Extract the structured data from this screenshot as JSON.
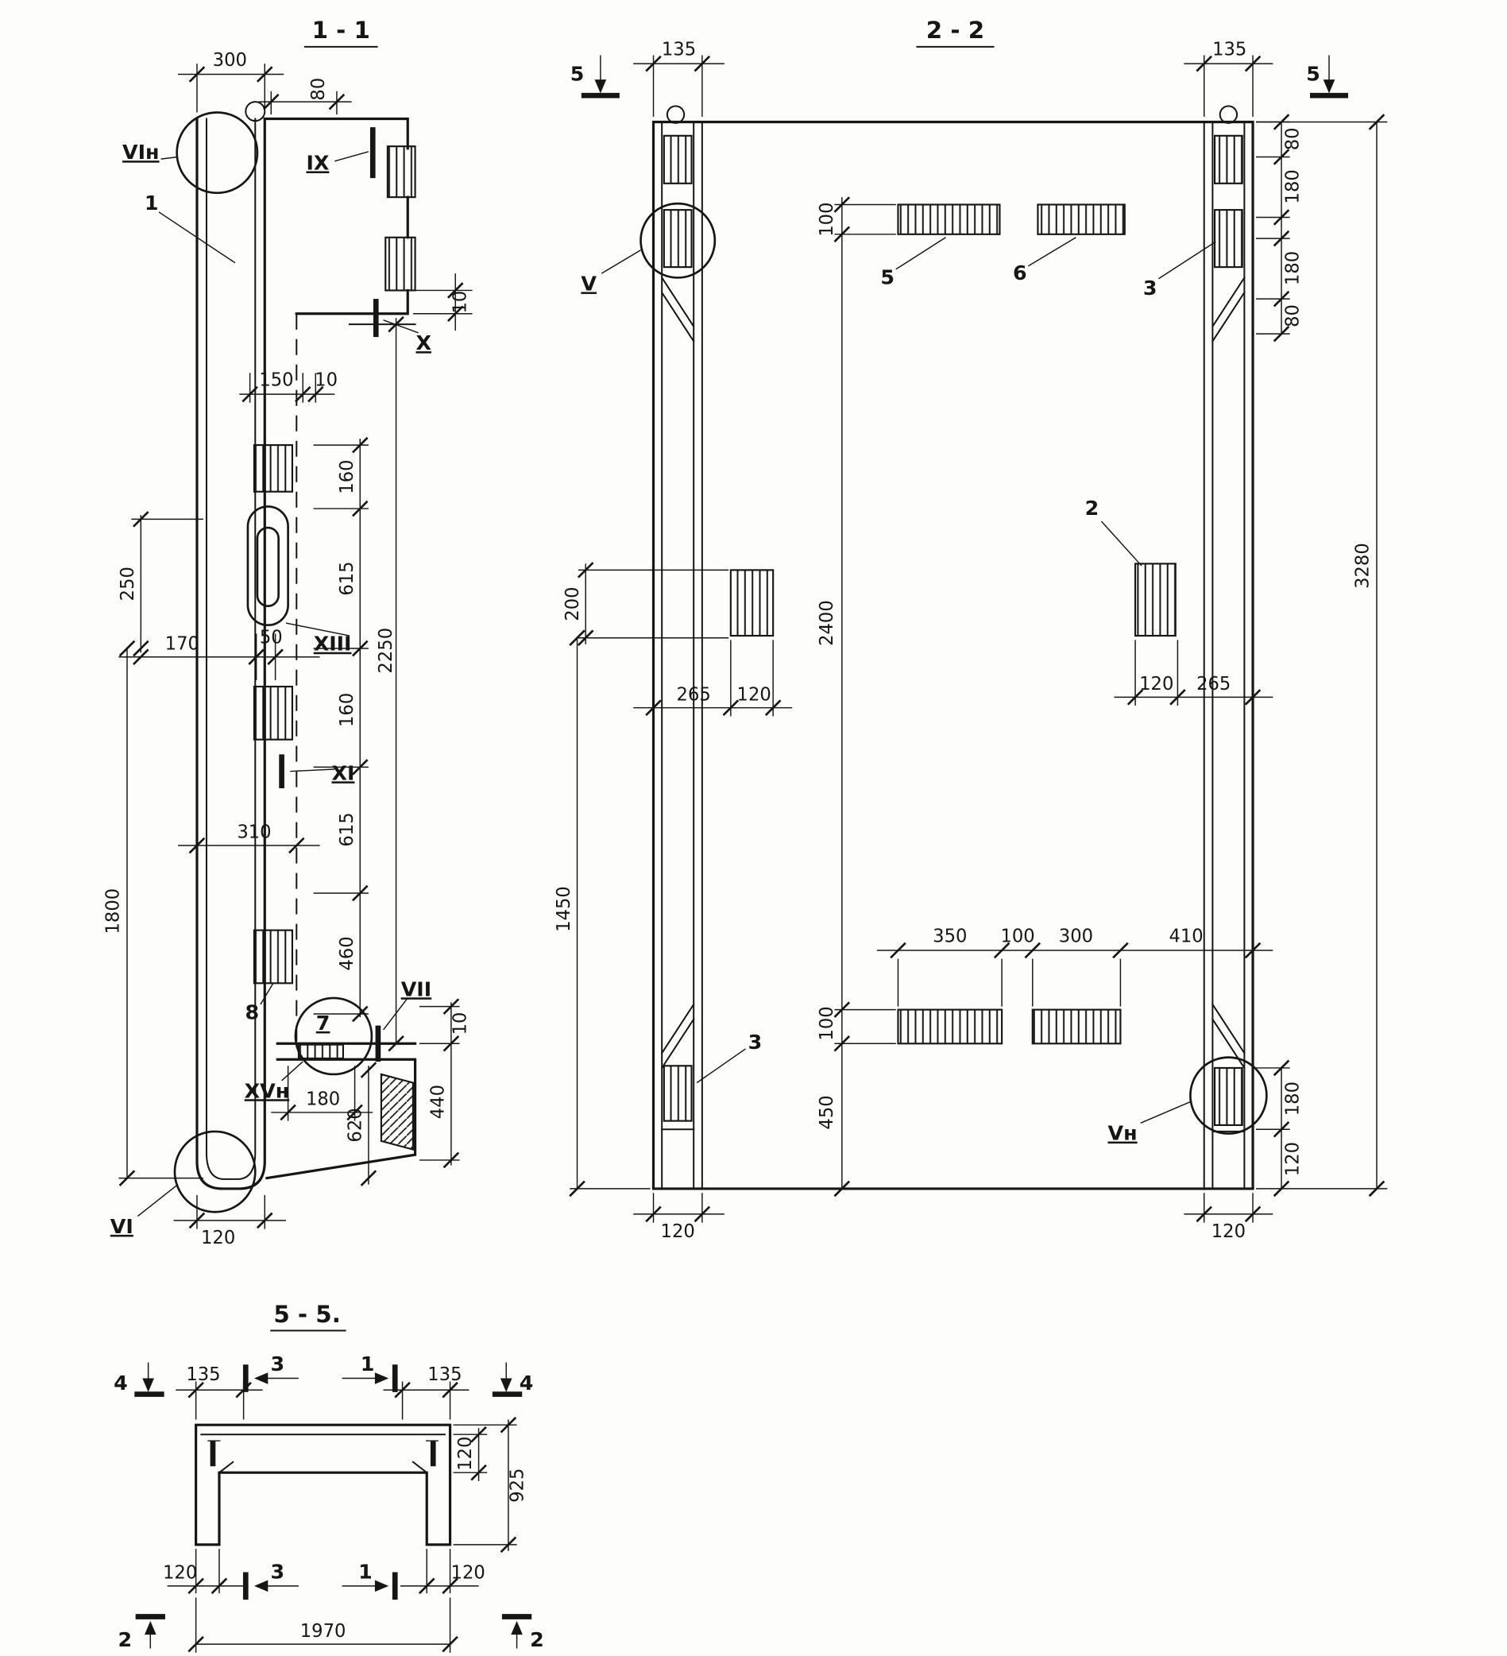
{
  "s1": {
    "title": "1 - 1",
    "marks": {
      "vin": "VIн",
      "item1": "1",
      "ix": "IX",
      "x": "X",
      "xiii": "XIII",
      "xi": "XI",
      "item8": "8",
      "item7": "7",
      "vii": "VII",
      "xvn": "XVн",
      "vi": "VI"
    },
    "dims": {
      "w300": "300",
      "w80": "80",
      "t10_top": "10",
      "w150": "150",
      "w10": "10",
      "h160a": "160",
      "h615a": "615",
      "h160b": "160",
      "h615b": "615",
      "h460": "460",
      "h2250": "2250",
      "h250": "250",
      "h1800": "1800",
      "w170": "170",
      "w50": "50",
      "w310": "310",
      "w180": "180",
      "h620": "620",
      "h440": "440",
      "t10_bot": "10",
      "w120": "120"
    }
  },
  "s2": {
    "title": "2 - 2",
    "marks": {
      "v": "V",
      "vn": "Vн",
      "item5": "5",
      "item6": "6",
      "item3a": "3",
      "item3b": "3",
      "item2": "2",
      "cut5_left": "5",
      "cut5_right": "5"
    },
    "dims": {
      "w135l": "135",
      "w135r": "135",
      "h80a": "80",
      "h180a": "180",
      "h180b": "180",
      "h80b": "80",
      "h3280": "3280",
      "h200": "200",
      "h1450": "1450",
      "h100top": "100",
      "h2400": "2400",
      "h100bot": "100",
      "h450": "450",
      "w265l": "265",
      "w120l": "120",
      "w120r": "120",
      "w265r": "265",
      "w350": "350",
      "w100": "100",
      "w300": "300",
      "w410": "410",
      "w120bl": "120",
      "w120br": "120",
      "h180c": "180",
      "h120c": "120"
    }
  },
  "s5": {
    "title": "5 - 5.",
    "marks": {
      "cut4l": "4",
      "cut4r": "4",
      "cut3t": "3",
      "cut1t": "1",
      "cut3b": "3",
      "cut1b": "1",
      "cut2l": "2",
      "cut2r": "2"
    },
    "dims": {
      "w135l": "135",
      "w135r": "135",
      "t120": "120",
      "h925": "925",
      "w120l": "120",
      "w120r": "120",
      "w1970": "1970"
    }
  }
}
